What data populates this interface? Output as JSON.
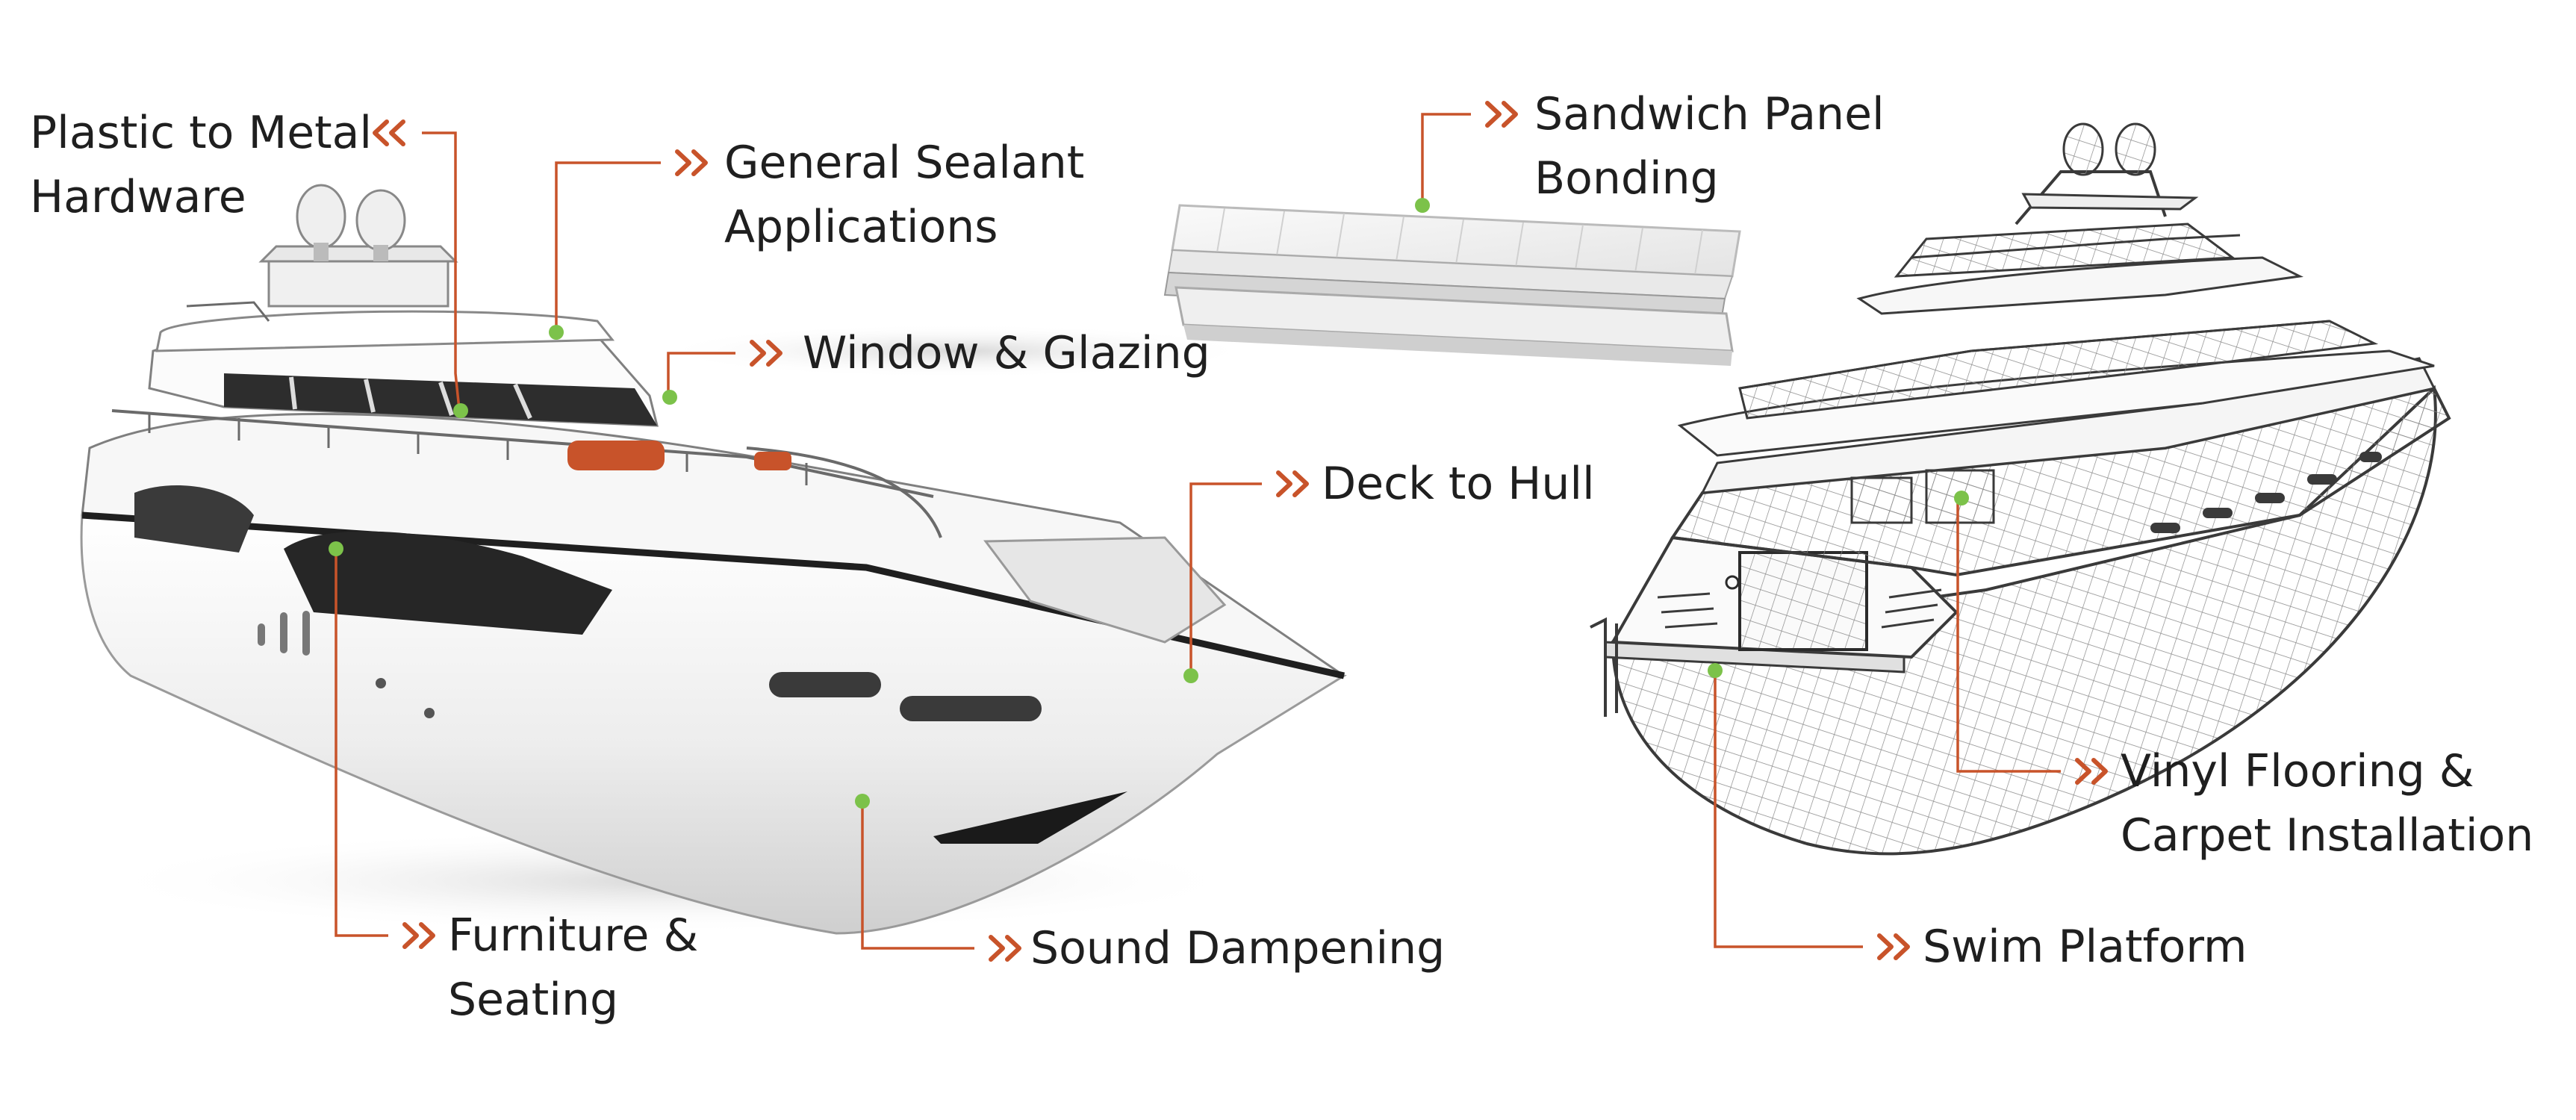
{
  "colors": {
    "accent": "#c8532a",
    "point": "#7cc24a",
    "text": "#1f1f1f",
    "hull": "#f2f2f2",
    "outline": "#2b2b2b",
    "wire": "#5a5a5a",
    "teak": "#c8532a"
  },
  "callouts": [
    {
      "id": "plastic-to-metal-hardware",
      "lines": [
        "Plastic to Metal",
        "Hardware"
      ],
      "chevron": "left"
    },
    {
      "id": "general-sealant-applications",
      "lines": [
        "General Sealant",
        "Applications"
      ],
      "chevron": "right"
    },
    {
      "id": "window-and-glazing",
      "lines": [
        "Window & Glazing"
      ],
      "chevron": "right"
    },
    {
      "id": "sandwich-panel-bonding",
      "lines": [
        "Sandwich Panel",
        "Bonding"
      ],
      "chevron": "right"
    },
    {
      "id": "deck-to-hull",
      "lines": [
        "Deck to Hull"
      ],
      "chevron": "right"
    },
    {
      "id": "vinyl-flooring-and-carpet-installation",
      "lines": [
        "Vinyl Flooring &",
        "Carpet Installation"
      ],
      "chevron": "right"
    },
    {
      "id": "furniture-and-seating",
      "lines": [
        "Furniture &",
        "Seating"
      ],
      "chevron": "right"
    },
    {
      "id": "sound-dampening",
      "lines": [
        "Sound Dampening"
      ],
      "chevron": "right"
    },
    {
      "id": "swim-platform",
      "lines": [
        "Swim Platform"
      ],
      "chevron": "right"
    }
  ]
}
